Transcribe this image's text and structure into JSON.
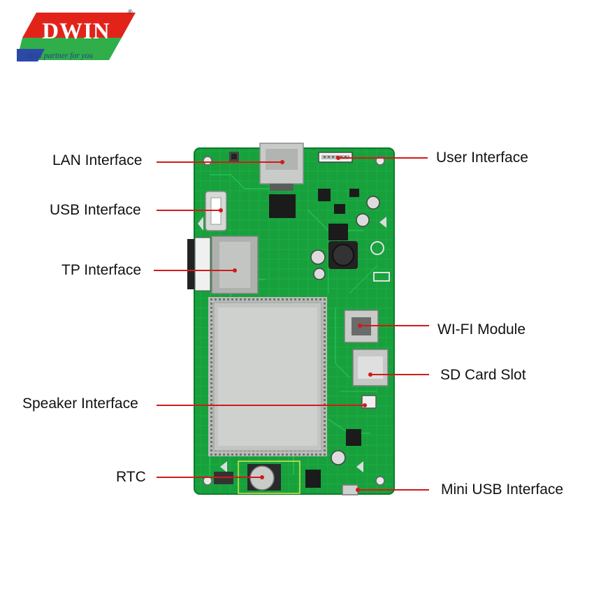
{
  "brand": {
    "name": "DWIN",
    "registered_mark": "®",
    "tagline": "ideal partner for you"
  },
  "callouts": {
    "lan": "LAN Interface",
    "usb": "USB Interface",
    "tp": "TP Interface",
    "speaker": "Speaker Interface",
    "rtc": "RTC",
    "user": "User Interface",
    "wifi": "WI-FI Module",
    "sd": "SD Card Slot",
    "mini_usb": "Mini USB Interface"
  },
  "colors": {
    "pcb": "#17a03c",
    "pcb_edge": "#0d7a2a",
    "leader": "#d11a1a",
    "logo_red": "#e2231a",
    "logo_green": "#2fae4a",
    "logo_blue": "#2b4aa6"
  }
}
